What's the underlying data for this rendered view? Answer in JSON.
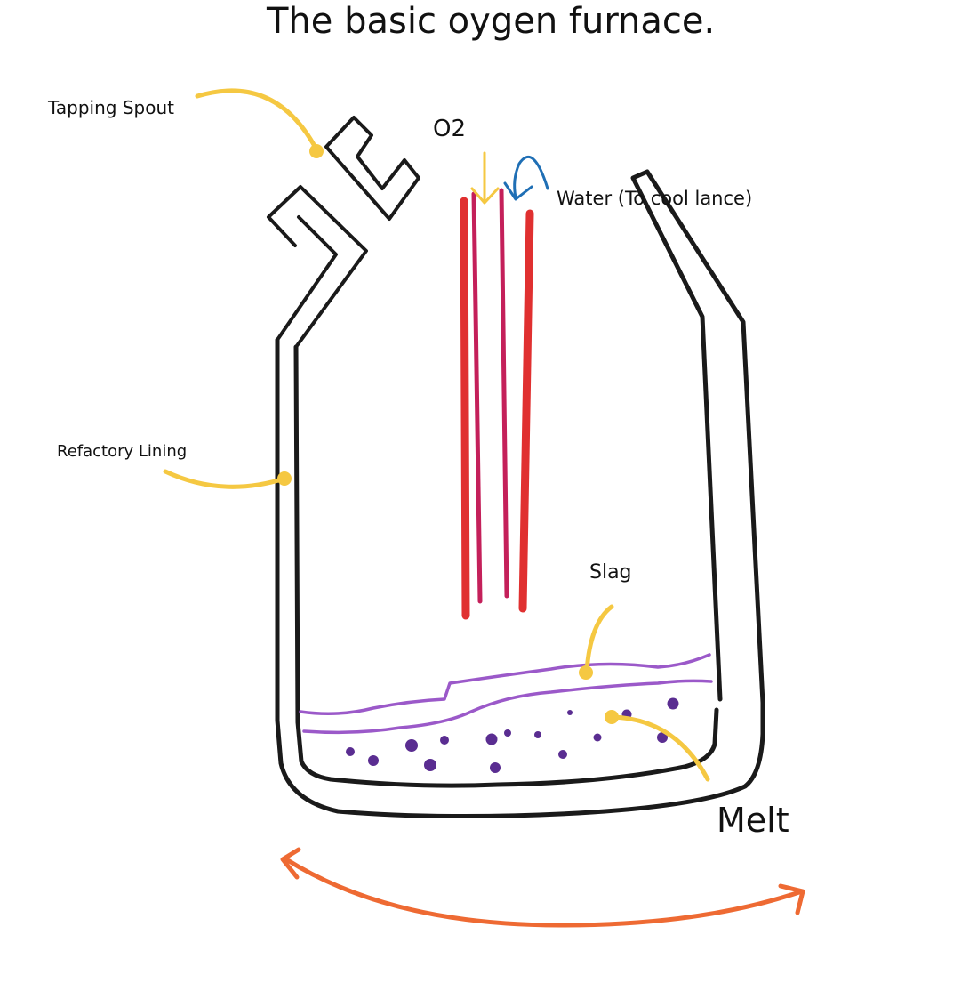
{
  "title": "The basic oygen furnace.",
  "labels": {
    "tapping_spout": "Tapping Spout",
    "o2": "O2",
    "water": "Water (To cool lance)",
    "refractory": "Refactory Lining",
    "slag": "Slag",
    "melt": "Melt"
  },
  "colors": {
    "outline": "#1a1a1a",
    "lance_outer": "#e03030",
    "lance_inner": "#c4205a",
    "pointer": "#f5c842",
    "water_arrow": "#1f6fb5",
    "slag": "#9b59c9",
    "melt_dots": "#5a2d91",
    "tilt_arrow": "#ee6a33"
  }
}
